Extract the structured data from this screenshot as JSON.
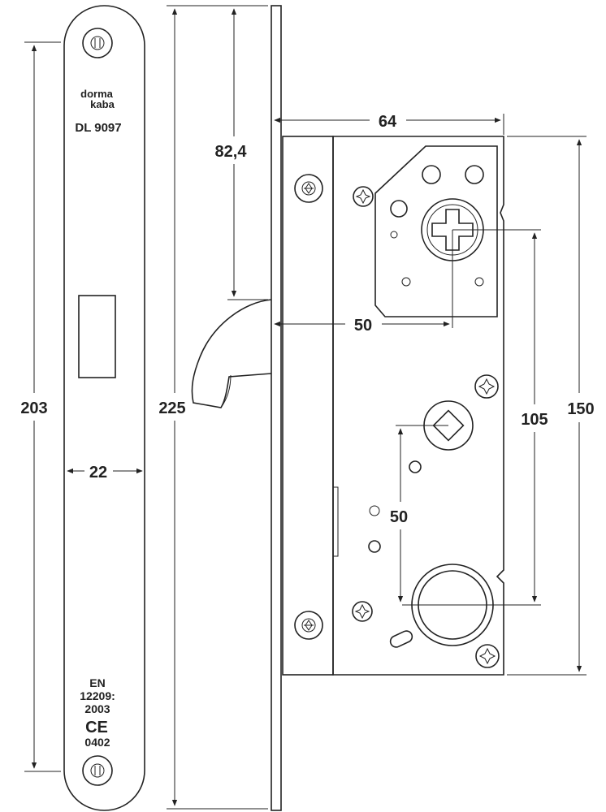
{
  "faceplate": {
    "brand_line1": "dorma",
    "brand_line2": "kaba",
    "model": "DL 9097",
    "cert_line1": "EN",
    "cert_line2": "12209:",
    "cert_line3": "2003",
    "ce_mark": "CE",
    "cert_line4": "0402"
  },
  "dimensions": {
    "faceplate_length": "203",
    "faceplate_width": "22",
    "overall_height": "225",
    "hook_top_offset": "82,4",
    "body_depth": "64",
    "backset": "50",
    "case_height": "150",
    "center_distance": "105",
    "spindle_to_cylinder": "50"
  },
  "colors": {
    "line": "#222222",
    "background": "#ffffff"
  }
}
